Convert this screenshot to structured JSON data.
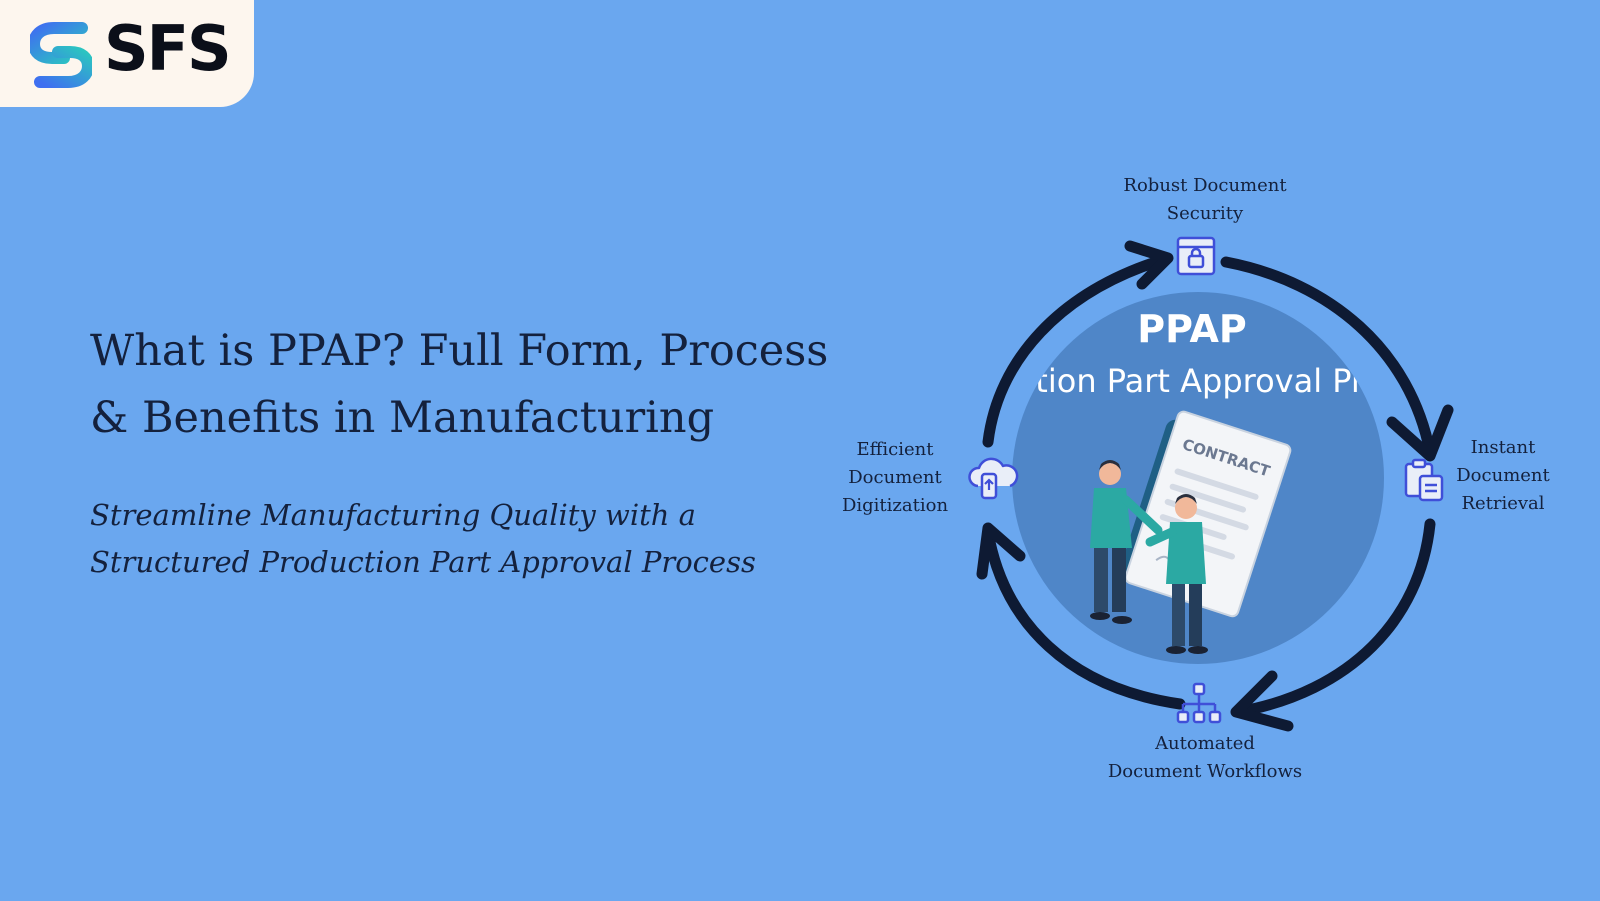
{
  "brand": {
    "name": "SFS"
  },
  "hero": {
    "title": "What is PPAP? Full Form, Process & Benefits in Manufacturing",
    "subtitle": "Streamline Manufacturing Quality with a Structured Production Part Approval Process"
  },
  "diagram": {
    "center_title": "PPAP",
    "center_subtitle": "Production Part Approval Process",
    "document_label": "CONTRACT",
    "nodes": {
      "top": {
        "label": "Robust Document\nSecurity",
        "icon": "lock-icon"
      },
      "right": {
        "label": "Instant\nDocument\nRetrieval",
        "icon": "clipboard-icon"
      },
      "bottom": {
        "label": "Automated\nDocument Workflows",
        "icon": "hierarchy-icon"
      },
      "left": {
        "label": "Efficient\nDocument\nDigitization",
        "icon": "cloud-upload-icon"
      }
    }
  },
  "colors": {
    "background": "#6aa7ef",
    "logo_card": "#fdf6ee",
    "text_dark": "#14213d",
    "arrow": "#0e1a33",
    "icon_accent": "#3f4fd8",
    "circle": "#4f86c8"
  }
}
